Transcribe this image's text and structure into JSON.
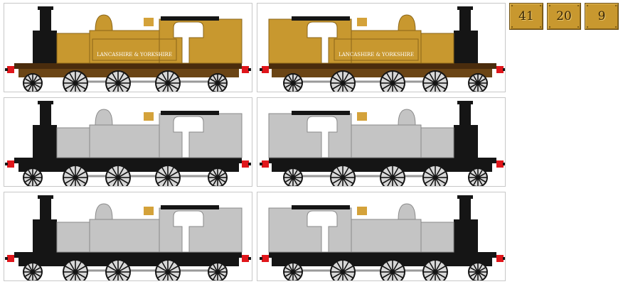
{
  "sprites": [
    {
      "id": "liveried-left",
      "livery": "mustard",
      "facing": "right",
      "lining_text": "LANCASHIRE & YORKSHIRE"
    },
    {
      "id": "liveried-right",
      "livery": "mustard",
      "facing": "left",
      "lining_text": "LANCASHIRE & YORKSHIRE"
    },
    {
      "id": "base-left",
      "livery": "grey",
      "facing": "right",
      "lining_text": ""
    },
    {
      "id": "base-right",
      "livery": "grey",
      "facing": "left",
      "lining_text": ""
    },
    {
      "id": "base2-left",
      "livery": "grey",
      "facing": "right",
      "lining_text": ""
    },
    {
      "id": "base2-right",
      "livery": "grey",
      "facing": "left",
      "lining_text": ""
    }
  ],
  "number_plates": [
    "41",
    "20",
    "9"
  ],
  "colors": {
    "mustard": "#c8982f",
    "mustard_dark": "#8a6518",
    "grey": "#c4c4c4",
    "grey_dark": "#8a8a8a",
    "black": "#151515",
    "buffer_red": "#e0161b",
    "brass": "#d4a23a",
    "frame_brown": "#4a2c0d"
  }
}
